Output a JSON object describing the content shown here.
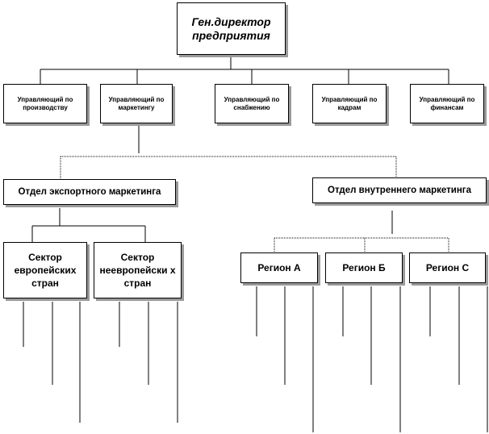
{
  "top": {
    "label": "Ген.директор предприятия"
  },
  "managers": [
    {
      "label": "Управляющий по производству"
    },
    {
      "label": "Управляющий по маркетингу"
    },
    {
      "label": "Управляющий по снабжению"
    },
    {
      "label": "Управляющий по кадрам"
    },
    {
      "label": "Управляющий по финансам"
    }
  ],
  "departments": [
    {
      "label": "Отдел экспортного маркетинга"
    },
    {
      "label": "Отдел внутреннего маркетинга"
    }
  ],
  "sectors": [
    {
      "label": "Сектор европейских стран"
    },
    {
      "label": "Сектор неевропейски х стран"
    }
  ],
  "regions": [
    {
      "label": "Регион А"
    },
    {
      "label": "Регион Б"
    },
    {
      "label": "Регион С"
    }
  ]
}
